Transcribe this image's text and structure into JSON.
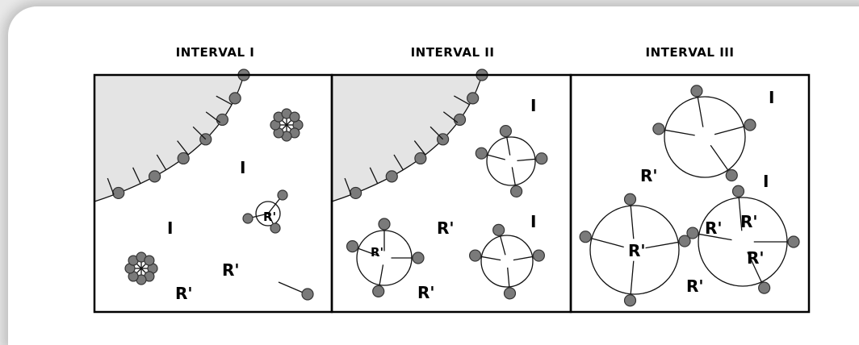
{
  "panels": [
    {
      "title": "INTERVAL I",
      "labels": [
        {
          "text": "I",
          "size": "large"
        },
        {
          "text": "I",
          "size": "large"
        },
        {
          "text": "R'",
          "size": "large"
        },
        {
          "text": "R'",
          "size": "large"
        },
        {
          "text": "R'",
          "size": "small"
        }
      ]
    },
    {
      "title": "INTERVAL II",
      "labels": [
        {
          "text": "I",
          "size": "large"
        },
        {
          "text": "I",
          "size": "large"
        },
        {
          "text": "R'",
          "size": "large"
        },
        {
          "text": "R'",
          "size": "large"
        },
        {
          "text": "R'",
          "size": "small"
        }
      ]
    },
    {
      "title": "INTERVAL III",
      "labels": [
        {
          "text": "I",
          "size": "large"
        },
        {
          "text": "I",
          "size": "large"
        },
        {
          "text": "R'",
          "size": "large"
        },
        {
          "text": "R'",
          "size": "large"
        },
        {
          "text": "R'",
          "size": "large"
        },
        {
          "text": "R'",
          "size": "large"
        },
        {
          "text": "R'",
          "size": "large"
        },
        {
          "text": "R'",
          "size": "large"
        }
      ]
    }
  ],
  "colors": {
    "bead_fill": "#7a7a7a",
    "shaded_region": "#e4e4e4",
    "line": "#111111",
    "frame": "#000000"
  }
}
